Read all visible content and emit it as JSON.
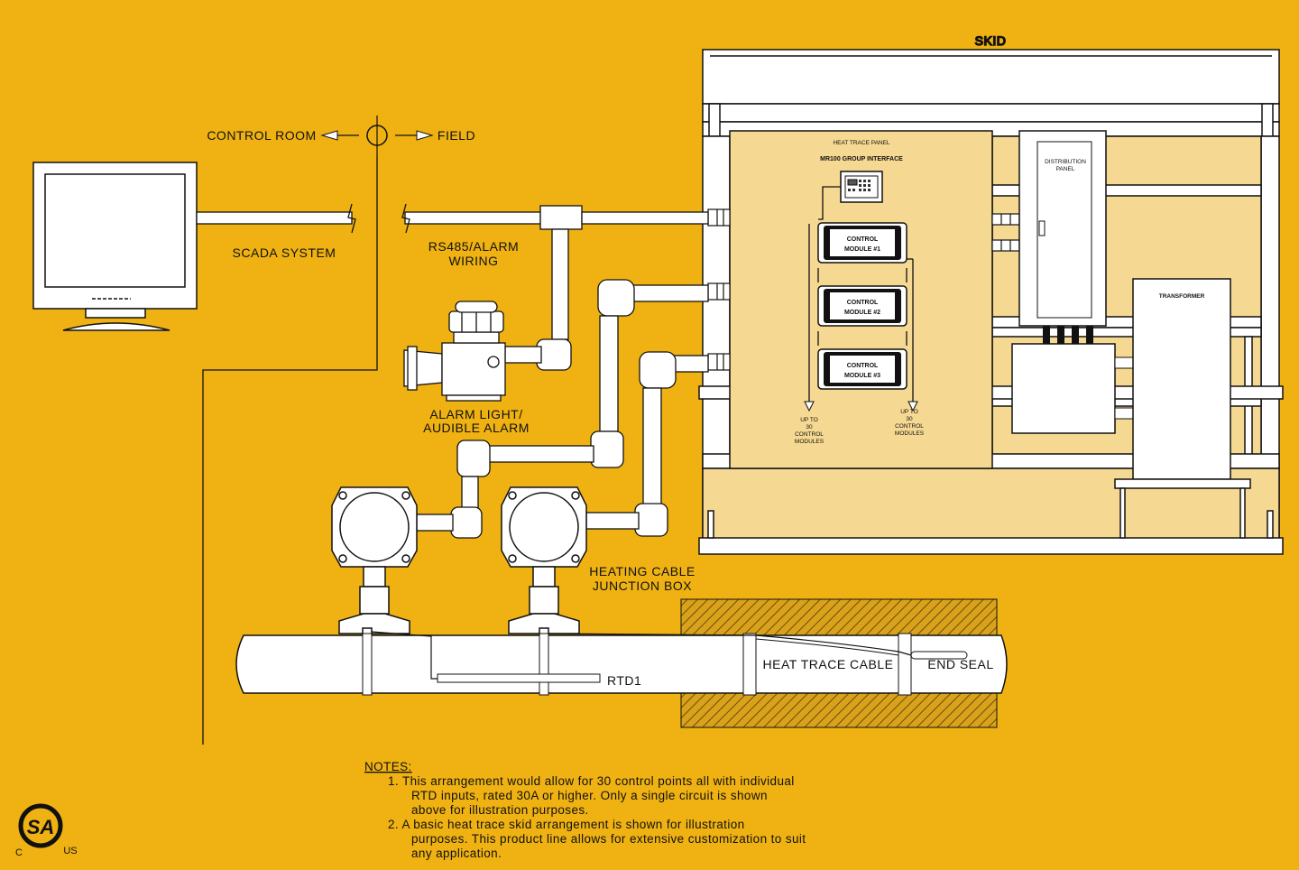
{
  "labels": {
    "skid": "SKID",
    "control_room": "CONTROL ROOM",
    "field": "FIELD",
    "scada": "SCADA SYSTEM",
    "rs485_1": "RS485/ALARM",
    "rs485_2": "WIRING",
    "alarm_1": "ALARM LIGHT/",
    "alarm_2": "AUDIBLE ALARM",
    "heat_trace_panel": "HEAT TRACE PANEL",
    "mr100": "MR100 GROUP INTERFACE",
    "dist_1": "DISTRIBUTION",
    "dist_2": "PANEL",
    "transformer": "TRANSFORMER",
    "cm_label": "CONTROL",
    "cm1": "MODULE #1",
    "cm2": "MODULE #2",
    "cm3": "MODULE #3",
    "upto_1": "UP TO",
    "upto_2": "30",
    "upto_3": "CONTROL",
    "upto_4": "MODULES",
    "jbox_1": "HEATING CABLE",
    "jbox_2": "JUNCTION BOX",
    "rtd": "RTD1",
    "heat_trace_cable": "HEAT TRACE CABLE",
    "end_seal": "END SEAL"
  },
  "notes": {
    "title": "NOTES:",
    "lines": [
      "1.  This arrangement would allow for 30 control points all with individual",
      "RTD inputs, rated 30A or higher.  Only a single circuit is shown",
      "above for illustration purposes.",
      "2.  A basic heat trace skid arrangement is shown for illustration",
      "purposes. This product line allows for extensive customization to suit",
      "any application."
    ]
  },
  "logo": {
    "left": "C",
    "right": "US",
    "mark": "SA"
  },
  "colors": {
    "background": "#EFB212",
    "panel": "#F5D891",
    "line": "#111111",
    "white": "#FFFFFF"
  }
}
